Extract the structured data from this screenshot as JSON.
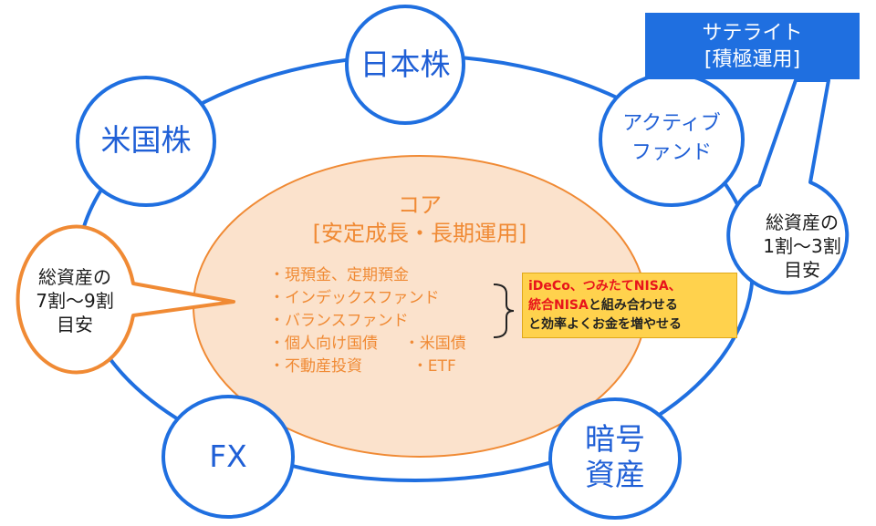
{
  "satellites": {
    "japan_stocks": "日本株",
    "us_stocks": "米国株",
    "active_fund_line1": "アクティブ",
    "active_fund_line2": "ファンド",
    "fx": "FX",
    "crypto_line1": "暗号",
    "crypto_line2": "資産"
  },
  "core": {
    "title": "コア",
    "subtitle": "[安定成長・長期運用]",
    "items": [
      "・現預金、定期預金",
      "・インデックスファンド",
      "・バランスファンド",
      "・個人向け国債",
      "・米国債",
      "・不動産投資",
      "・ETF"
    ]
  },
  "left_callout": {
    "line1": "総資産の",
    "line2": "7割～9割",
    "line3": "目安"
  },
  "right_callout": {
    "line1": "総資産の",
    "line2": "1割～3割",
    "line3": "目安"
  },
  "satellite_box": {
    "line1": "サテライト",
    "line2": "[積極運用]"
  },
  "note": {
    "line1": "iDeCo、つみたてNISA、",
    "line2_red": "統合NISA",
    "line2_rest": "と組み合わせる",
    "line3": "と効率よくお金を増やせる"
  },
  "colors": {
    "blue": "#1f6fe0",
    "blue_text": "#1f5fd6",
    "orange": "#f08a34",
    "core_fill": "#fbe2cc",
    "note_fill": "#ffd24d",
    "red": "#e8141b"
  }
}
